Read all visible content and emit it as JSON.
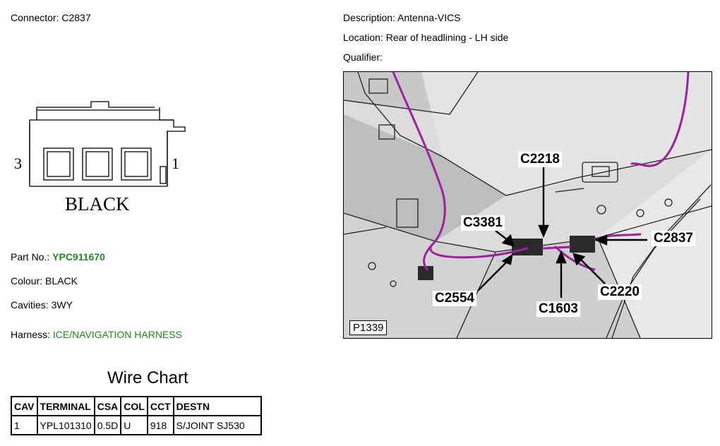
{
  "connector": {
    "label": "Connector:",
    "value": "C2837"
  },
  "description": {
    "label": "Description:",
    "value": "Antenna-VICS"
  },
  "location": {
    "label": "Location:",
    "value": "Rear of headlining - LH side"
  },
  "qualifier": {
    "label": "Qualifier:",
    "value": ""
  },
  "drawing": {
    "pin_left": "3",
    "pin_right": "1",
    "colour_text": "BLACK"
  },
  "part_no": {
    "label": "Part No.:",
    "value": "YPC911670"
  },
  "colour": {
    "label": "Colour:",
    "value": "BLACK"
  },
  "cavities": {
    "label": "Cavities:",
    "value": "3WY"
  },
  "harness": {
    "label": "Harness:",
    "value": "ICE/NAVIGATION HARNESS"
  },
  "wire_chart": {
    "title": "Wire Chart",
    "headers": [
      "CAV",
      "TERMINAL",
      "CSA",
      "COL",
      "CCT",
      "DESTN"
    ],
    "rows": [
      [
        "1",
        "YPL101310",
        "0.5D",
        "U",
        "918",
        "S/JOINT SJ530"
      ]
    ]
  },
  "photo": {
    "id": "P1339",
    "callouts": {
      "c2218": "C2218",
      "c3381": "C3381",
      "c2837": "C2837",
      "c2554": "C2554",
      "c2220": "C2220",
      "c1603": "C1603"
    }
  },
  "colors": {
    "link": "#1e8a1e",
    "wire": "#a020a0"
  }
}
